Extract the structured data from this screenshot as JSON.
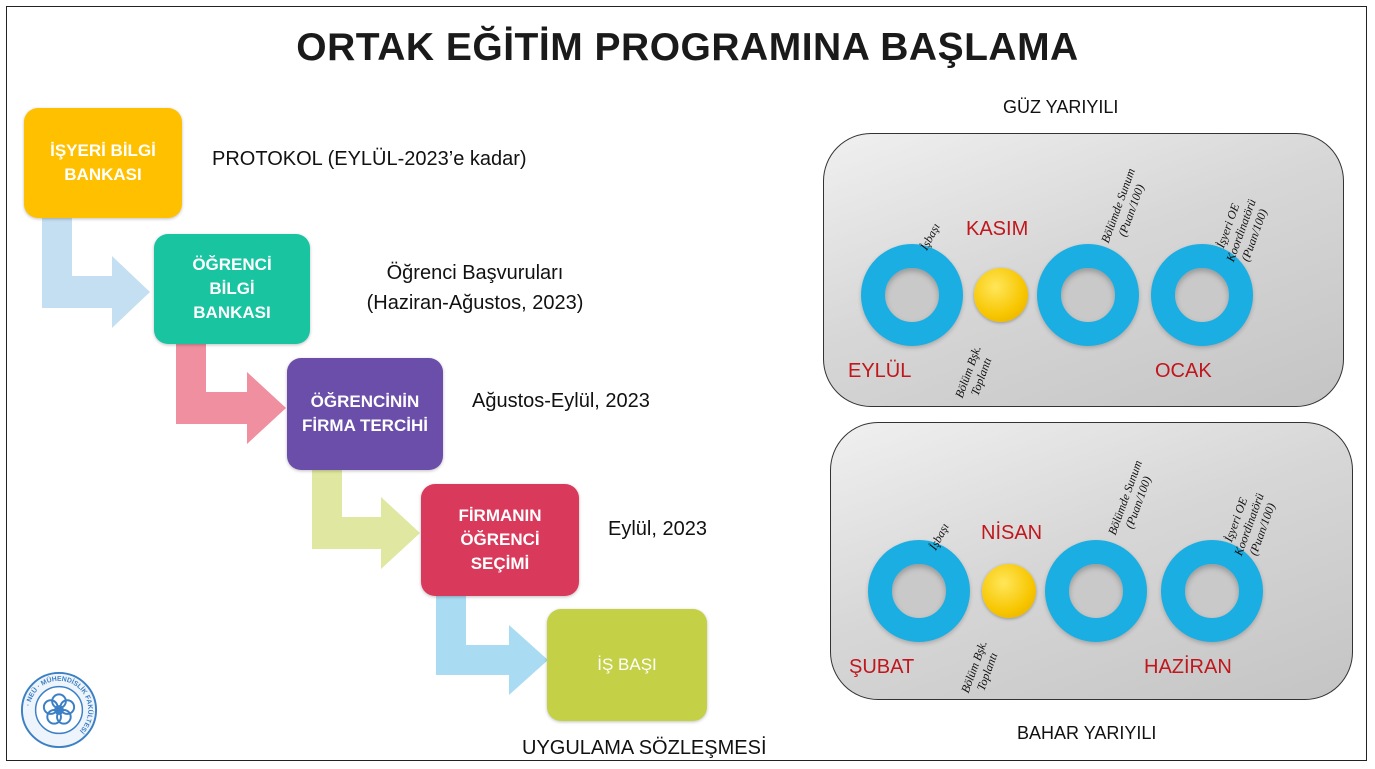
{
  "title": "ORTAK EĞİTİM PROGRAMINA BAŞLAMA",
  "steps": [
    {
      "label": "İŞYERİ BİLGİ\nBANKASI",
      "note": "PROTOKOL (EYLÜL-2023’e kadar)",
      "color": "#ffc000"
    },
    {
      "label": "ÖĞRENCİ\nBİLGİ\nBANKASI",
      "note": "Öğrenci Başvuruları\n(Haziran-Ağustos, 2023)",
      "color": "#19c4a0"
    },
    {
      "label": "ÖĞRENCİNİN\nFİRMA TERCİHİ",
      "note": "Ağustos-Eylül, 2023",
      "color": "#6a4ea9"
    },
    {
      "label": "FİRMANIN\nÖĞRENCİ\nSEÇİMİ",
      "note": "Eylül, 2023",
      "color": "#d9395a"
    },
    {
      "label": "İŞ BAŞI",
      "note": "UYGULAMA SÖZLEŞMESİ",
      "color": "#c4d147"
    }
  ],
  "arrow_colors": [
    "#c5dff2",
    "#ef8f9f",
    "#dfe7a0",
    "#a9dcf3"
  ],
  "fall": {
    "semester": "GÜZ YARIYILI",
    "month_start": "EYLÜL",
    "month_mid": "KASIM",
    "month_end": "OCAK",
    "start_note": "İşbaşı",
    "meeting_note": "Bölüm Bşk.\nToplantı",
    "presentation_note": "Bölümde Sunum\n(Puan/100)",
    "coordinator_note": "İşyeri OE\nKoordinatörü\n(Puan/100)"
  },
  "spring": {
    "semester": "BAHAR YARIYILI",
    "month_start": "ŞUBAT",
    "month_mid": "NİSAN",
    "month_end": "HAZİRAN",
    "start_note": "İşbaşı",
    "meeting_note": "Bölüm Bşk.\nToplantı",
    "presentation_note": "Bölümde Sunum\n(Puan/100)",
    "coordinator_note": "İşyeri OE\nKoordinatörü\n(Puan/100)"
  },
  "logo": {
    "top_text": "NEÜ",
    "ring_text": "MÜHENDİSLİK FAKÜLTESİ",
    "accent": "#3b7fc4"
  }
}
